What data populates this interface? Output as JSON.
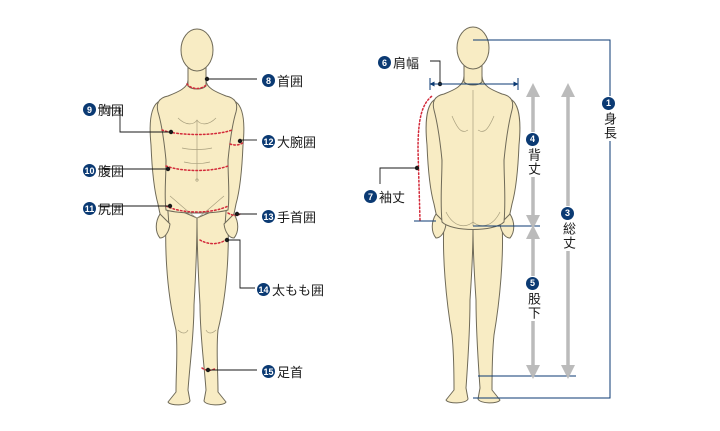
{
  "labels": {
    "front": [
      {
        "num": "8",
        "text": "首囲"
      },
      {
        "num": "9",
        "text": "胸囲"
      },
      {
        "num": "10",
        "text": "腹囲"
      },
      {
        "num": "11",
        "text": "尻囲"
      },
      {
        "num": "12",
        "text": "大腕囲"
      },
      {
        "num": "13",
        "text": "手首囲"
      },
      {
        "num": "14",
        "text": "太もも囲"
      },
      {
        "num": "15",
        "text": "足首"
      }
    ],
    "back": [
      {
        "num": "6",
        "text": "肩幅"
      },
      {
        "num": "7",
        "text": "袖丈"
      }
    ],
    "vertical": [
      {
        "num": "1",
        "text": "身長"
      },
      {
        "num": "3",
        "text": "総丈"
      },
      {
        "num": "4",
        "text": "背丈"
      },
      {
        "num": "5",
        "text": "股下"
      }
    ]
  },
  "colors": {
    "skin": "#f8ecc4",
    "outline": "#6f6a58",
    "accent_blue": "#0b3a73",
    "leader_line": "#1a1a1a",
    "measure_dots": "#d32a3a",
    "gray_arrows": "#bbbbbb",
    "number_badge_text": "#ffffff"
  }
}
